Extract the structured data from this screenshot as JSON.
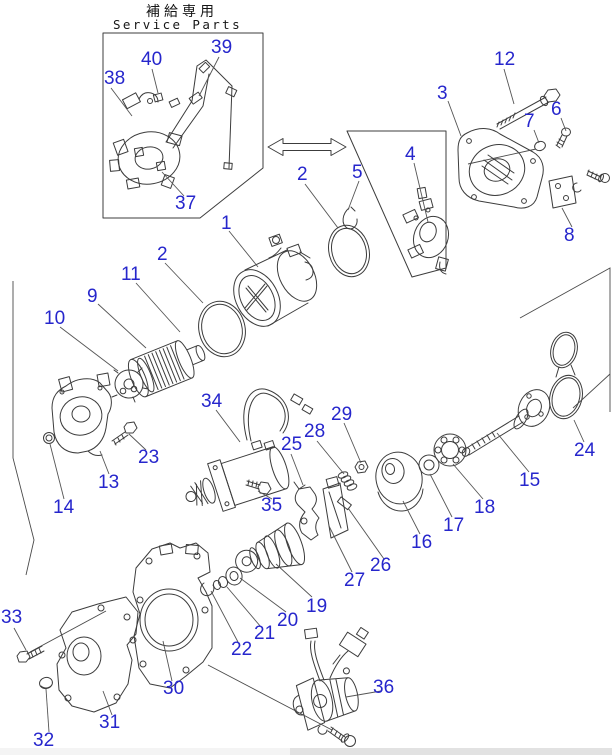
{
  "header": {
    "title_jp": "補給専用",
    "title_en": "Service Parts"
  },
  "colors": {
    "callout": "#2626cc",
    "line": "#3c3c3c",
    "background": "#ffffff"
  },
  "icons": {
    "exchange_arrow": "double-headed-arrow"
  },
  "diagram": {
    "description_visible_parts": "exploded starter motor parts diagram"
  },
  "callouts": [
    "1",
    "2",
    "2",
    "3",
    "4",
    "5",
    "6",
    "7",
    "8",
    "9",
    "10",
    "11",
    "12",
    "13",
    "14",
    "15",
    "16",
    "17",
    "18",
    "19",
    "20",
    "21",
    "22",
    "23",
    "24",
    "25",
    "26",
    "27",
    "28",
    "29",
    "30",
    "31",
    "32",
    "33",
    "34",
    "35",
    "36",
    "37",
    "38",
    "39",
    "40"
  ]
}
